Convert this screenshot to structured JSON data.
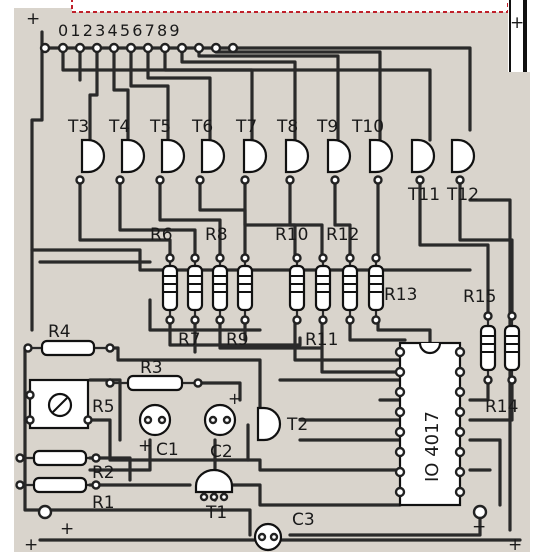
{
  "header": {
    "digits": "0123456789"
  },
  "polarity": {
    "plus_tl": "+",
    "plus_tr": "+",
    "plus_bl": "+",
    "plus_br": "+",
    "plus_c1": "+",
    "plus_c2": "+",
    "plus_bl2": "+",
    "minus_br": "−"
  },
  "transistors_top": [
    "T3",
    "T4",
    "T5",
    "T6",
    "T7",
    "T8",
    "T9",
    "T10"
  ],
  "transistors_right": {
    "t11": "T11",
    "t12": "T12"
  },
  "resistors": {
    "r1": "R1",
    "r2": "R2",
    "r3": "R3",
    "r4": "R4",
    "r5": "R5",
    "r6": "R6",
    "r7": "R7",
    "r8": "R8",
    "r9": "R9",
    "r10": "R10",
    "r11": "R11",
    "r12": "R12",
    "r13": "R13",
    "r14": "R14",
    "r15": "R15"
  },
  "capacitors": {
    "c1": "C1",
    "c2": "C2",
    "c3": "C3"
  },
  "transistors_misc": {
    "t1": "T1",
    "t2": "T2"
  },
  "ic": {
    "label": "IO 4017"
  },
  "colors": {
    "board": "#d9d4cc",
    "trace": "#2a2a2a",
    "dashed_border": "#c0202a"
  }
}
